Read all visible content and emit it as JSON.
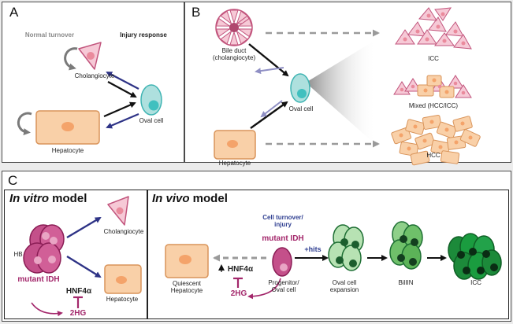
{
  "panels": {
    "a": {
      "letter": "A",
      "normal_turnover": "Normal turnover",
      "injury_response": "Injury response",
      "cholangiocyte": "Cholangiocyte",
      "oval_cell": "Oval cell",
      "hepatocyte": "Hepatocyte"
    },
    "b": {
      "letter": "B",
      "bile_duct": "Bile duct",
      "bile_duct_sub": "(cholangiocyte)",
      "oval_cell": "Oval cell",
      "hepatocyte": "Hepatocyte",
      "icc": "ICC",
      "mixed": "Mixed (HCC/ICC)",
      "hcc": "HCC"
    },
    "c": {
      "letter": "C",
      "vitro_title_em": "In vitro",
      "vitro_title_rest": " model",
      "vivo_title_em": "In vivo",
      "vivo_title_rest": " model",
      "hb": "HB",
      "cholangiocyte": "Cholangiocyte",
      "hepatocyte": "Hepatocyte",
      "mutant_idh": "mutant IDH",
      "hnf4a": "HNF4α",
      "two_hg": "2HG",
      "quiescent_1": "Quiescent",
      "quiescent_2": "Hepatocyte",
      "cell_turnover_1": "Cell turnover/",
      "cell_turnover_2": "injury",
      "mutant_idh_vivo": "mutant IDH",
      "hnf4a_vivo": "HNF4α",
      "two_hg_vivo": "2HG",
      "progenitor_1": "Progenitor/",
      "progenitor_2": "Oval cell",
      "plus_hits": "+hits",
      "oval_exp_1": "Oval cell",
      "oval_exp_2": "expansion",
      "biliin": "BilIIN",
      "icc": "ICC"
    }
  },
  "colors": {
    "pink_fill": "#f6c9d6",
    "pink_stroke": "#c2557d",
    "oval_fill": "#aee0de",
    "oval_stroke": "#3fb4b3",
    "hep_fill": "#f9d0a8",
    "hep_stroke": "#d9945a",
    "navy": "#2e3386",
    "magenta": "#a3276b",
    "green_light": "#b7e2b3",
    "green_dark": "#1c8a3a"
  }
}
